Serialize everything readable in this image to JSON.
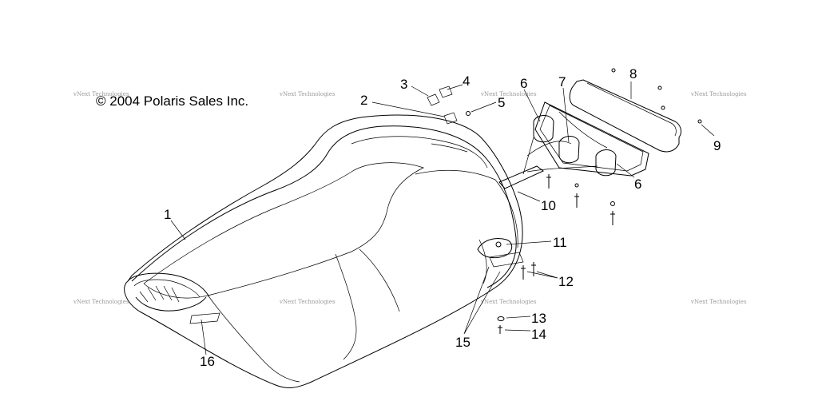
{
  "copyright": "© 2004 Polaris Sales Inc.",
  "watermark": "vNext Technologies",
  "callouts": [
    "1",
    "2",
    "3",
    "4",
    "5",
    "6",
    "7",
    "8",
    "9",
    "6",
    "10",
    "11",
    "12",
    "13",
    "14",
    "15",
    "16"
  ]
}
